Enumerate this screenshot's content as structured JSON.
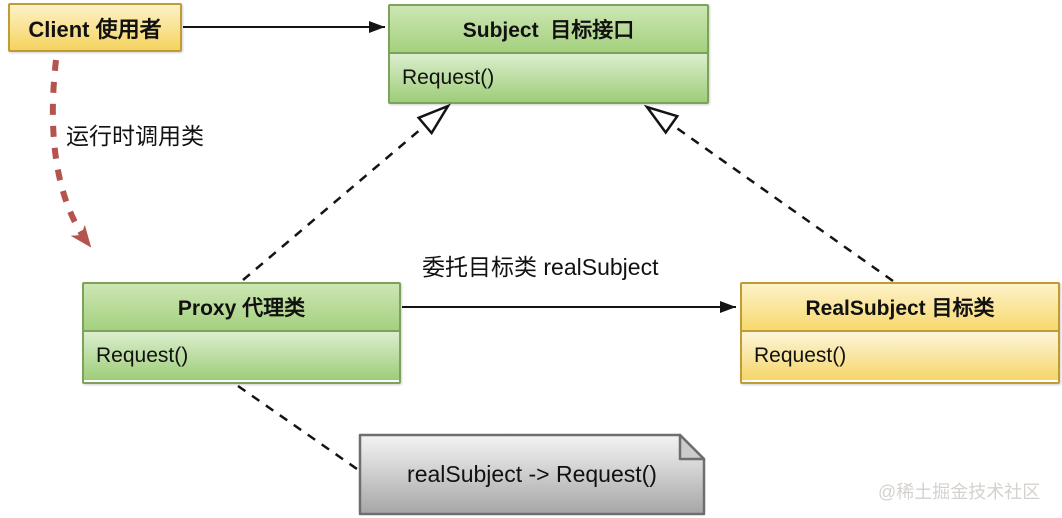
{
  "diagram": {
    "client": {
      "title": "Client 使用者"
    },
    "subject": {
      "title": "Subject  目标接口",
      "method": "Request()"
    },
    "proxy": {
      "title": "Proxy 代理类",
      "method": "Request()"
    },
    "real_subject": {
      "title": "RealSubject 目标类",
      "method": "Request()"
    },
    "note": {
      "text": "realSubject -> Request()"
    },
    "labels": {
      "runtime_call": "运行时调用类",
      "delegate": "委托目标类 realSubject"
    },
    "watermark": "@稀土掘金技术社区",
    "colors": {
      "green_fill_top": "#dbeecd",
      "green_fill_bottom": "#9ecd79",
      "green_border": "#7ca25c",
      "yellow_fill_top": "#fdf5d8",
      "yellow_fill_bottom": "#f5d669",
      "yellow_border": "#c09c34",
      "note_fill_top": "#f4f4f4",
      "note_fill_bottom": "#a6a6a6",
      "note_border": "#6e6e6e",
      "red_arrow": "#b5544e",
      "line_black": "#141414"
    }
  }
}
